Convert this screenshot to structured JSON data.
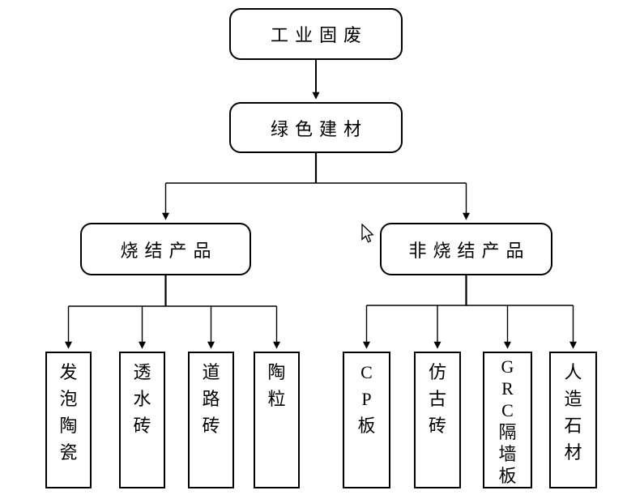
{
  "diagram": {
    "root": {
      "label": "工业固废"
    },
    "intermediate": {
      "label": "绿色建材"
    },
    "branches": [
      {
        "label": "烧结产品",
        "children": [
          {
            "label": "发泡陶瓷"
          },
          {
            "label": "透水砖"
          },
          {
            "label": "道路砖"
          },
          {
            "label": "陶粒"
          }
        ]
      },
      {
        "label": "非烧结产品",
        "children": [
          {
            "label": "CP板"
          },
          {
            "label": "仿古砖"
          },
          {
            "label": "GRC隔墙板"
          },
          {
            "label": "人造石材"
          }
        ]
      }
    ]
  },
  "colors": {
    "line": "#000000",
    "border": "#000000",
    "background": "#ffffff",
    "text": "#000000"
  },
  "cursor": {
    "icon": "arrow-pointer"
  }
}
